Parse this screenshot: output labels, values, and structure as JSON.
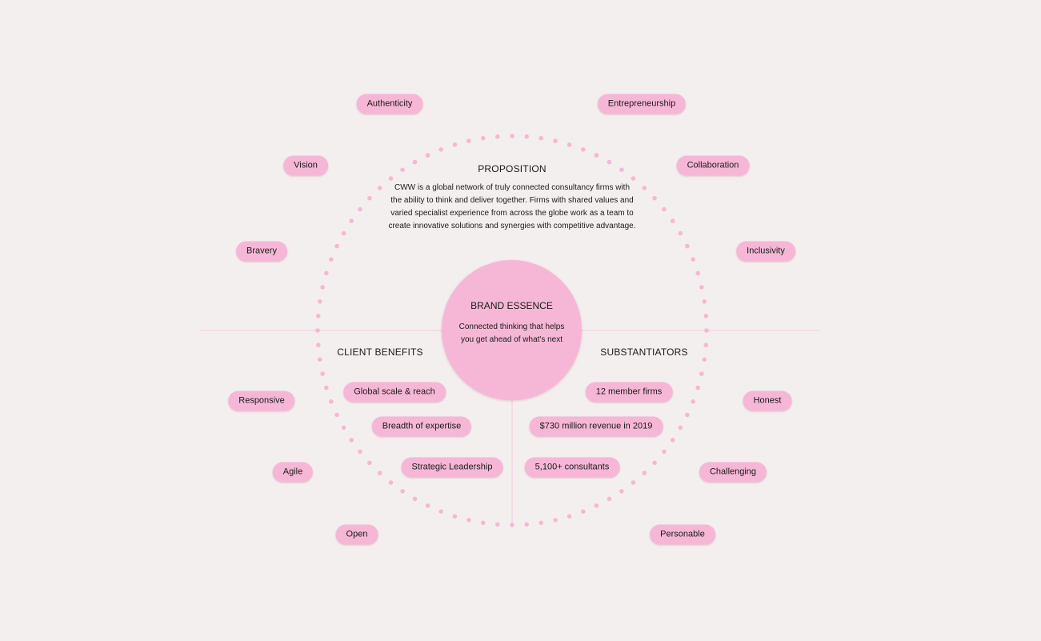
{
  "colors": {
    "background": "#f4efef",
    "pill": "#f6b7d6",
    "dots": "#f6b7d6",
    "guide_lines": "#f3c9dc",
    "text": "#1a1a1a"
  },
  "proposition": {
    "title": "PROPOSITION",
    "text": "CWW is a global network of truly connected consultancy firms with the ability to think and deliver together. Firms with shared values and varied specialist experience from across the globe work as a team to create innovative solutions and synergies with competitive advantage."
  },
  "brand_essence": {
    "title": "BRAND ESSENCE",
    "text": "Connected thinking that helps you get ahead of what's next"
  },
  "client_benefits": {
    "title": "CLIENT BENEFITS",
    "items": [
      "Global scale & reach",
      "Breadth of expertise",
      "Strategic Leadership"
    ]
  },
  "substantiators": {
    "title": "SUBSTANTIATORS",
    "items": [
      "12 member firms",
      "$730 million revenue in 2019",
      "5,100+ consultants"
    ]
  },
  "values": [
    "Authenticity",
    "Entrepreneurship",
    "Vision",
    "Collaboration",
    "Bravery",
    "Inclusivity",
    "Responsive",
    "Honest",
    "Agile",
    "Challenging",
    "Open",
    "Personable"
  ]
}
